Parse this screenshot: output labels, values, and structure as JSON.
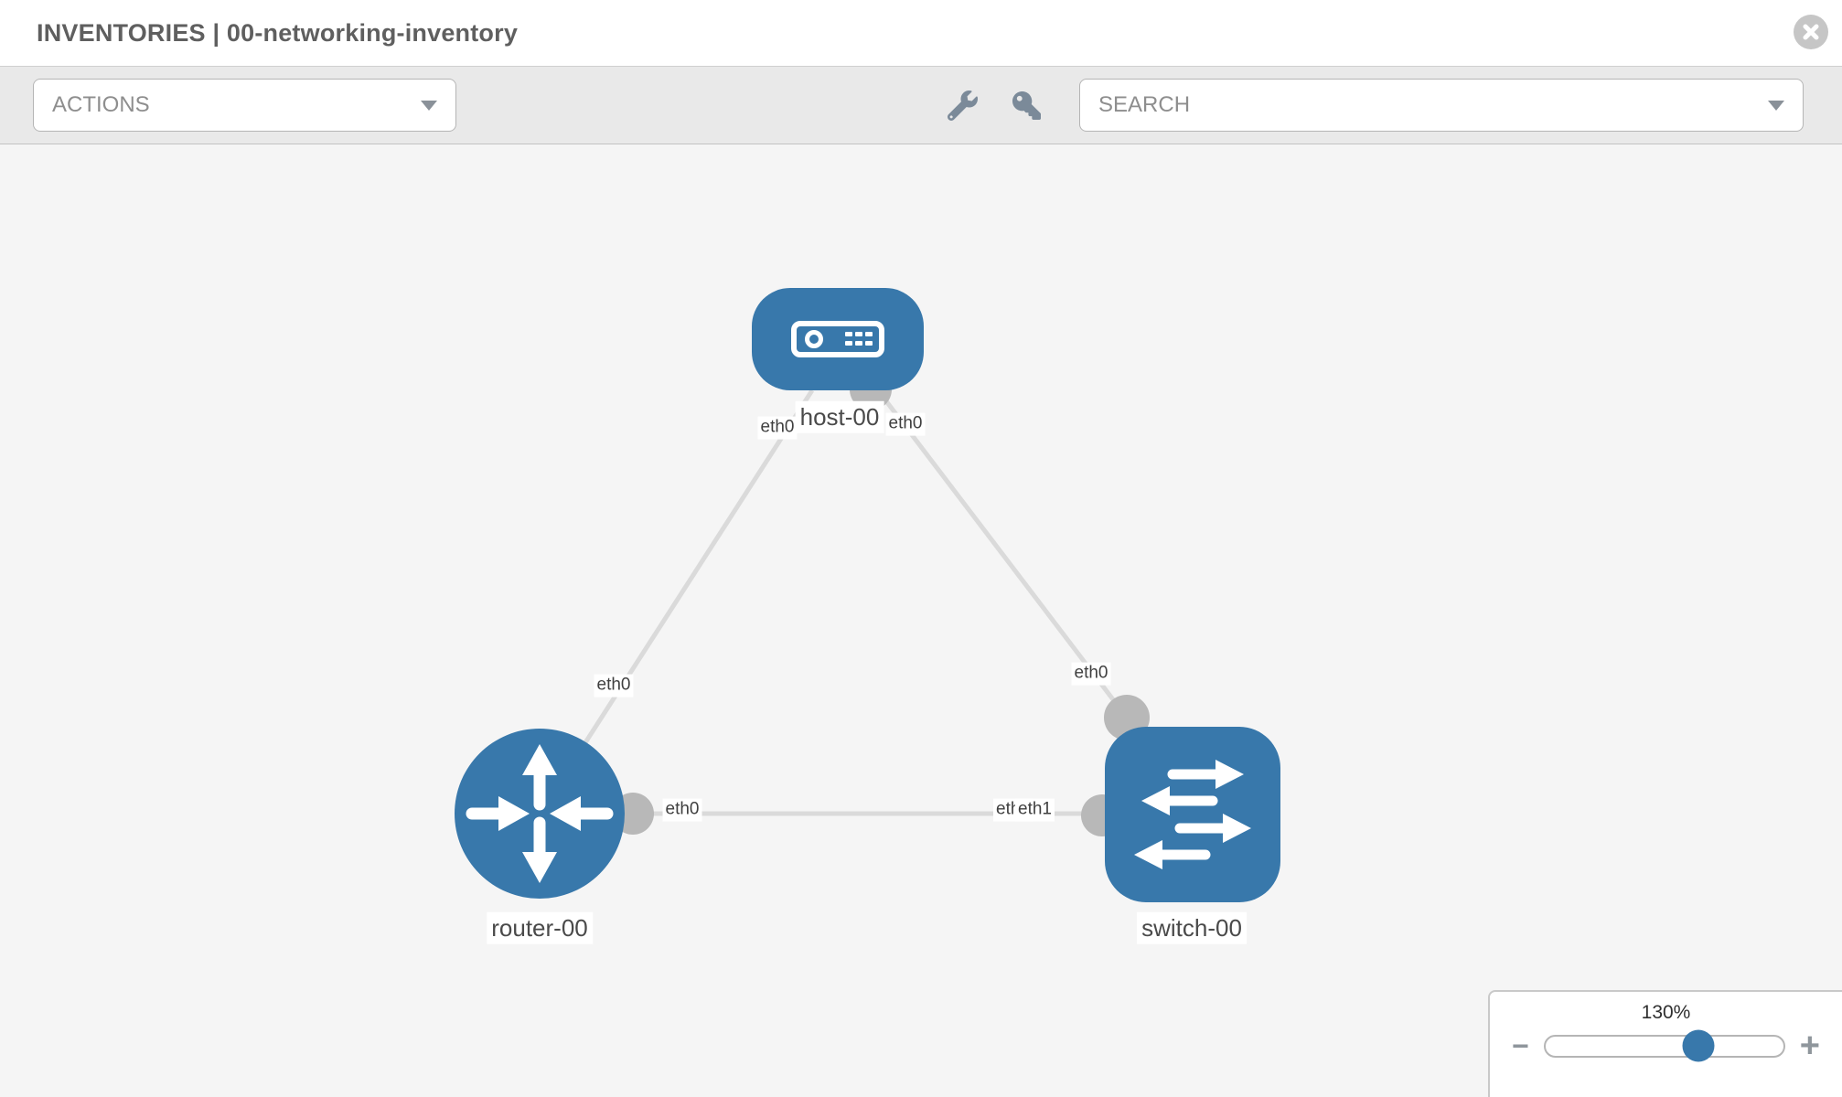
{
  "header": {
    "title": "INVENTORIES | 00-networking-inventory"
  },
  "toolbar": {
    "actions_label": "ACTIONS",
    "search_label": "SEARCH",
    "icons": [
      {
        "name": "wrench-icon"
      },
      {
        "name": "key-icon"
      }
    ]
  },
  "topology": {
    "nodes": [
      {
        "label": "host-00",
        "type": "host"
      },
      {
        "label": "router-00",
        "type": "router"
      },
      {
        "label": "switch-00",
        "type": "switch"
      }
    ],
    "links": [
      {
        "from": "host-00",
        "to": "router-00",
        "from_port": "eth0",
        "to_port": "eth0"
      },
      {
        "from": "host-00",
        "to": "switch-00",
        "from_port": "eth0",
        "to_port": "eth0"
      },
      {
        "from": "router-00",
        "to": "switch-00",
        "from_port": "eth0",
        "to_port": "eth1"
      }
    ],
    "port_labels": [
      {
        "text": "eth0"
      },
      {
        "text": "eth0"
      },
      {
        "text": "eth0"
      },
      {
        "text": "eth0"
      },
      {
        "text": "eth0"
      },
      {
        "text": "eth0"
      },
      {
        "text": "eth1"
      }
    ]
  },
  "zoom_control": {
    "value": "130%",
    "zoom_out": "−",
    "zoom_in": "+"
  },
  "colors": {
    "node_blue": "#3878ab",
    "link_gray": "#dadada",
    "port_gray": "#b8b8b8",
    "canvas_bg": "#f5f5f5"
  }
}
